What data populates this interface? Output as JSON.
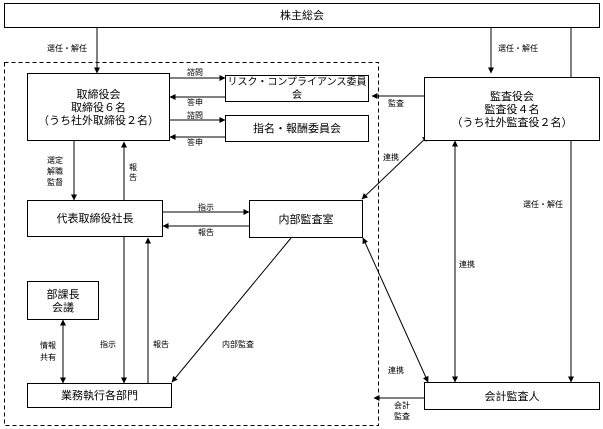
{
  "nodes": {
    "shareholders": "株主総会",
    "board": [
      "取締役会",
      "取締役６名",
      "（うち社外取締役２名）"
    ],
    "risk_committee": "リスク・コンプライアンス委員会",
    "nomination_committee": "指名・報酬委員会",
    "auditors_board": [
      "監査役会",
      "監査役４名",
      "（うち社外監査役２名）"
    ],
    "president": "代表取締役社長",
    "internal_audit": "内部監査室",
    "dept_meeting": [
      "部課長",
      "会議"
    ],
    "business_depts": "業務執行各部門",
    "accounting_auditor": "会計監査人"
  },
  "edges": {
    "elect_dismiss_left": "選任・解任",
    "elect_dismiss_mid": "選任・解任",
    "elect_dismiss_right": "選任・解任",
    "consult_1": "諮問",
    "report_back_1": "答申",
    "consult_2": "諮問",
    "report_back_2": "答申",
    "audit": "監査",
    "select_dismiss_supervise": "選定解職監督",
    "report_board": "報告",
    "instruct_ia": "指示",
    "report_ia": "報告",
    "collab_1": "連携",
    "collab_2": "連携",
    "collab_3": "連携",
    "share_info": "情報共有",
    "instruct_depts": "指示",
    "report_depts": "報告",
    "internal_audit_label": "内部監査",
    "accounting_audit": "会計監査"
  }
}
